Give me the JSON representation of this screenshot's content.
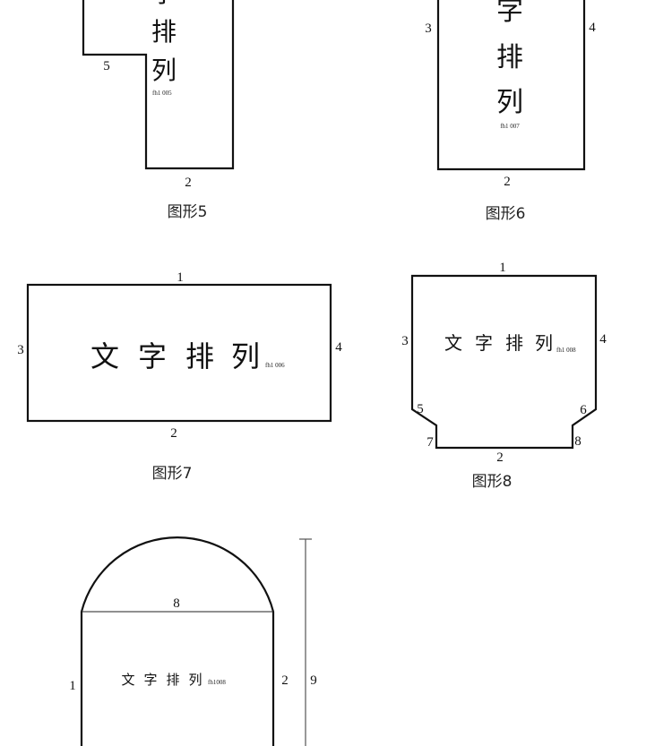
{
  "figures": {
    "fig5": {
      "caption": "图形5",
      "chars": [
        "字",
        "排",
        "列"
      ],
      "code": "fh1 005",
      "labels": {
        "a": "5",
        "b": "2"
      }
    },
    "fig6": {
      "caption": "图形6",
      "chars": [
        "字",
        "排",
        "列"
      ],
      "code": "fh1 007",
      "labels": {
        "left": "3",
        "right": "4",
        "bottom": "2"
      }
    },
    "fig7": {
      "caption": "图形7",
      "chars": [
        "文",
        "字",
        "排",
        "列"
      ],
      "code": "fh1 006",
      "labels": {
        "top": "1",
        "bottom": "2",
        "left": "3",
        "right": "4"
      }
    },
    "fig8": {
      "caption": "图形8",
      "chars": [
        "文",
        "字",
        "排",
        "列"
      ],
      "code": "fh1 008",
      "labels": {
        "top": "1",
        "bottom": "2",
        "left": "3",
        "right": "4",
        "l5": "5",
        "l6": "6",
        "l7": "7",
        "l8": "8"
      }
    },
    "fig9": {
      "chars": [
        "文",
        "字",
        "排",
        "列"
      ],
      "code": "fh1008",
      "labels": {
        "left": "1",
        "right": "2",
        "chord": "8",
        "height": "9"
      }
    }
  }
}
